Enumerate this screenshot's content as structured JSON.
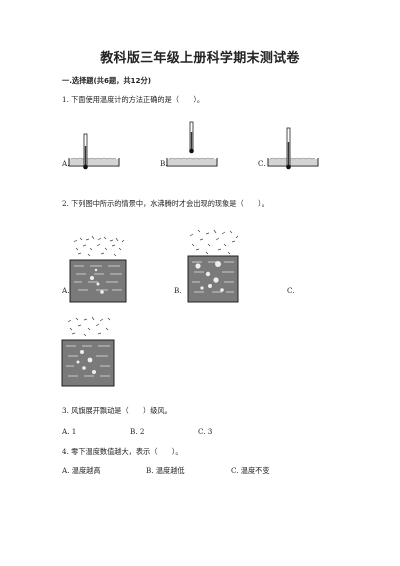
{
  "title": "教科版三年级上册科学期末测试卷",
  "section_header": "一.选择题(共6题，共12分)",
  "questions": [
    {
      "stem": "1. 下面使用温度计的方法正确的是（　　）。",
      "options": [
        "A.",
        "B.",
        "C."
      ]
    },
    {
      "stem": "2. 下列图中所示的情景中，水沸腾时才会出现的现象是（　　）。",
      "options": [
        "A.",
        "B.",
        "C."
      ]
    },
    {
      "stem": "3. 风旗展开飘动是（　　）级风。",
      "options": [
        "A. 1",
        "B. 2",
        "C. 3"
      ]
    },
    {
      "stem": "4. 零下温度数值越大，表示（　　）。",
      "options": [
        "A. 温度越高",
        "B. 温度越低",
        "C. 温度不变"
      ]
    }
  ]
}
